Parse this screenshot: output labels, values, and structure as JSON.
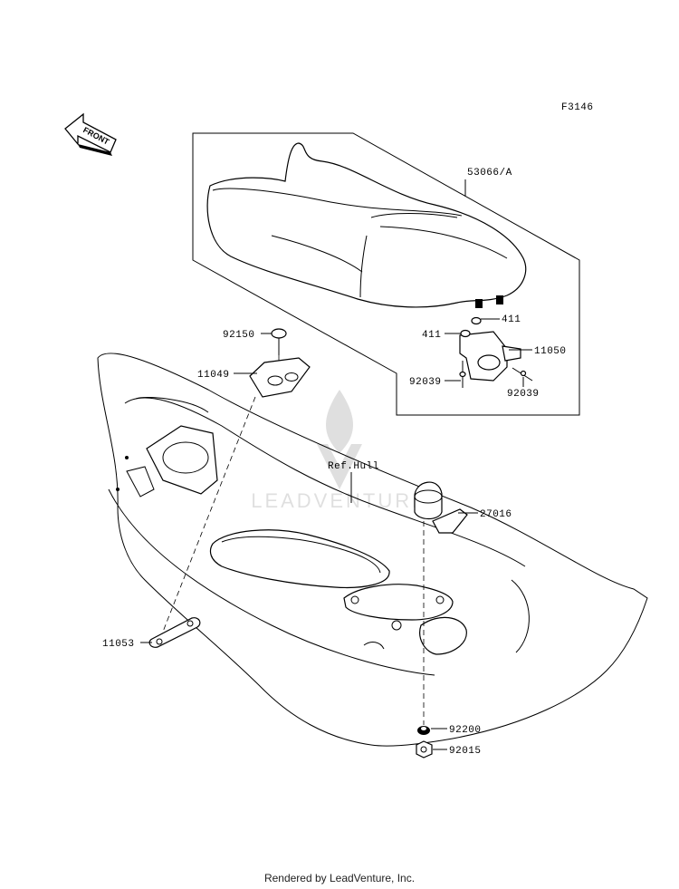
{
  "figure_code": "F3146",
  "front_label": "FRONT",
  "watermark": "LEADVENTURE",
  "footer": "Rendered by LeadVenture, Inc.",
  "parts": [
    {
      "id": "seat",
      "number": "53066/A"
    },
    {
      "id": "washer-right",
      "number": "411"
    },
    {
      "id": "washer-left",
      "number": "411"
    },
    {
      "id": "seat-bracket",
      "number": "11050"
    },
    {
      "id": "pin-left",
      "number": "92039"
    },
    {
      "id": "pin-right",
      "number": "92039"
    },
    {
      "id": "bolt",
      "number": "92150"
    },
    {
      "id": "hull-bracket",
      "number": "11049"
    },
    {
      "id": "hull-ref",
      "number": "Ref.Hull"
    },
    {
      "id": "bumper",
      "number": "27016"
    },
    {
      "id": "plate",
      "number": "11053"
    },
    {
      "id": "washer-bottom",
      "number": "92200"
    },
    {
      "id": "nut",
      "number": "92015"
    }
  ]
}
